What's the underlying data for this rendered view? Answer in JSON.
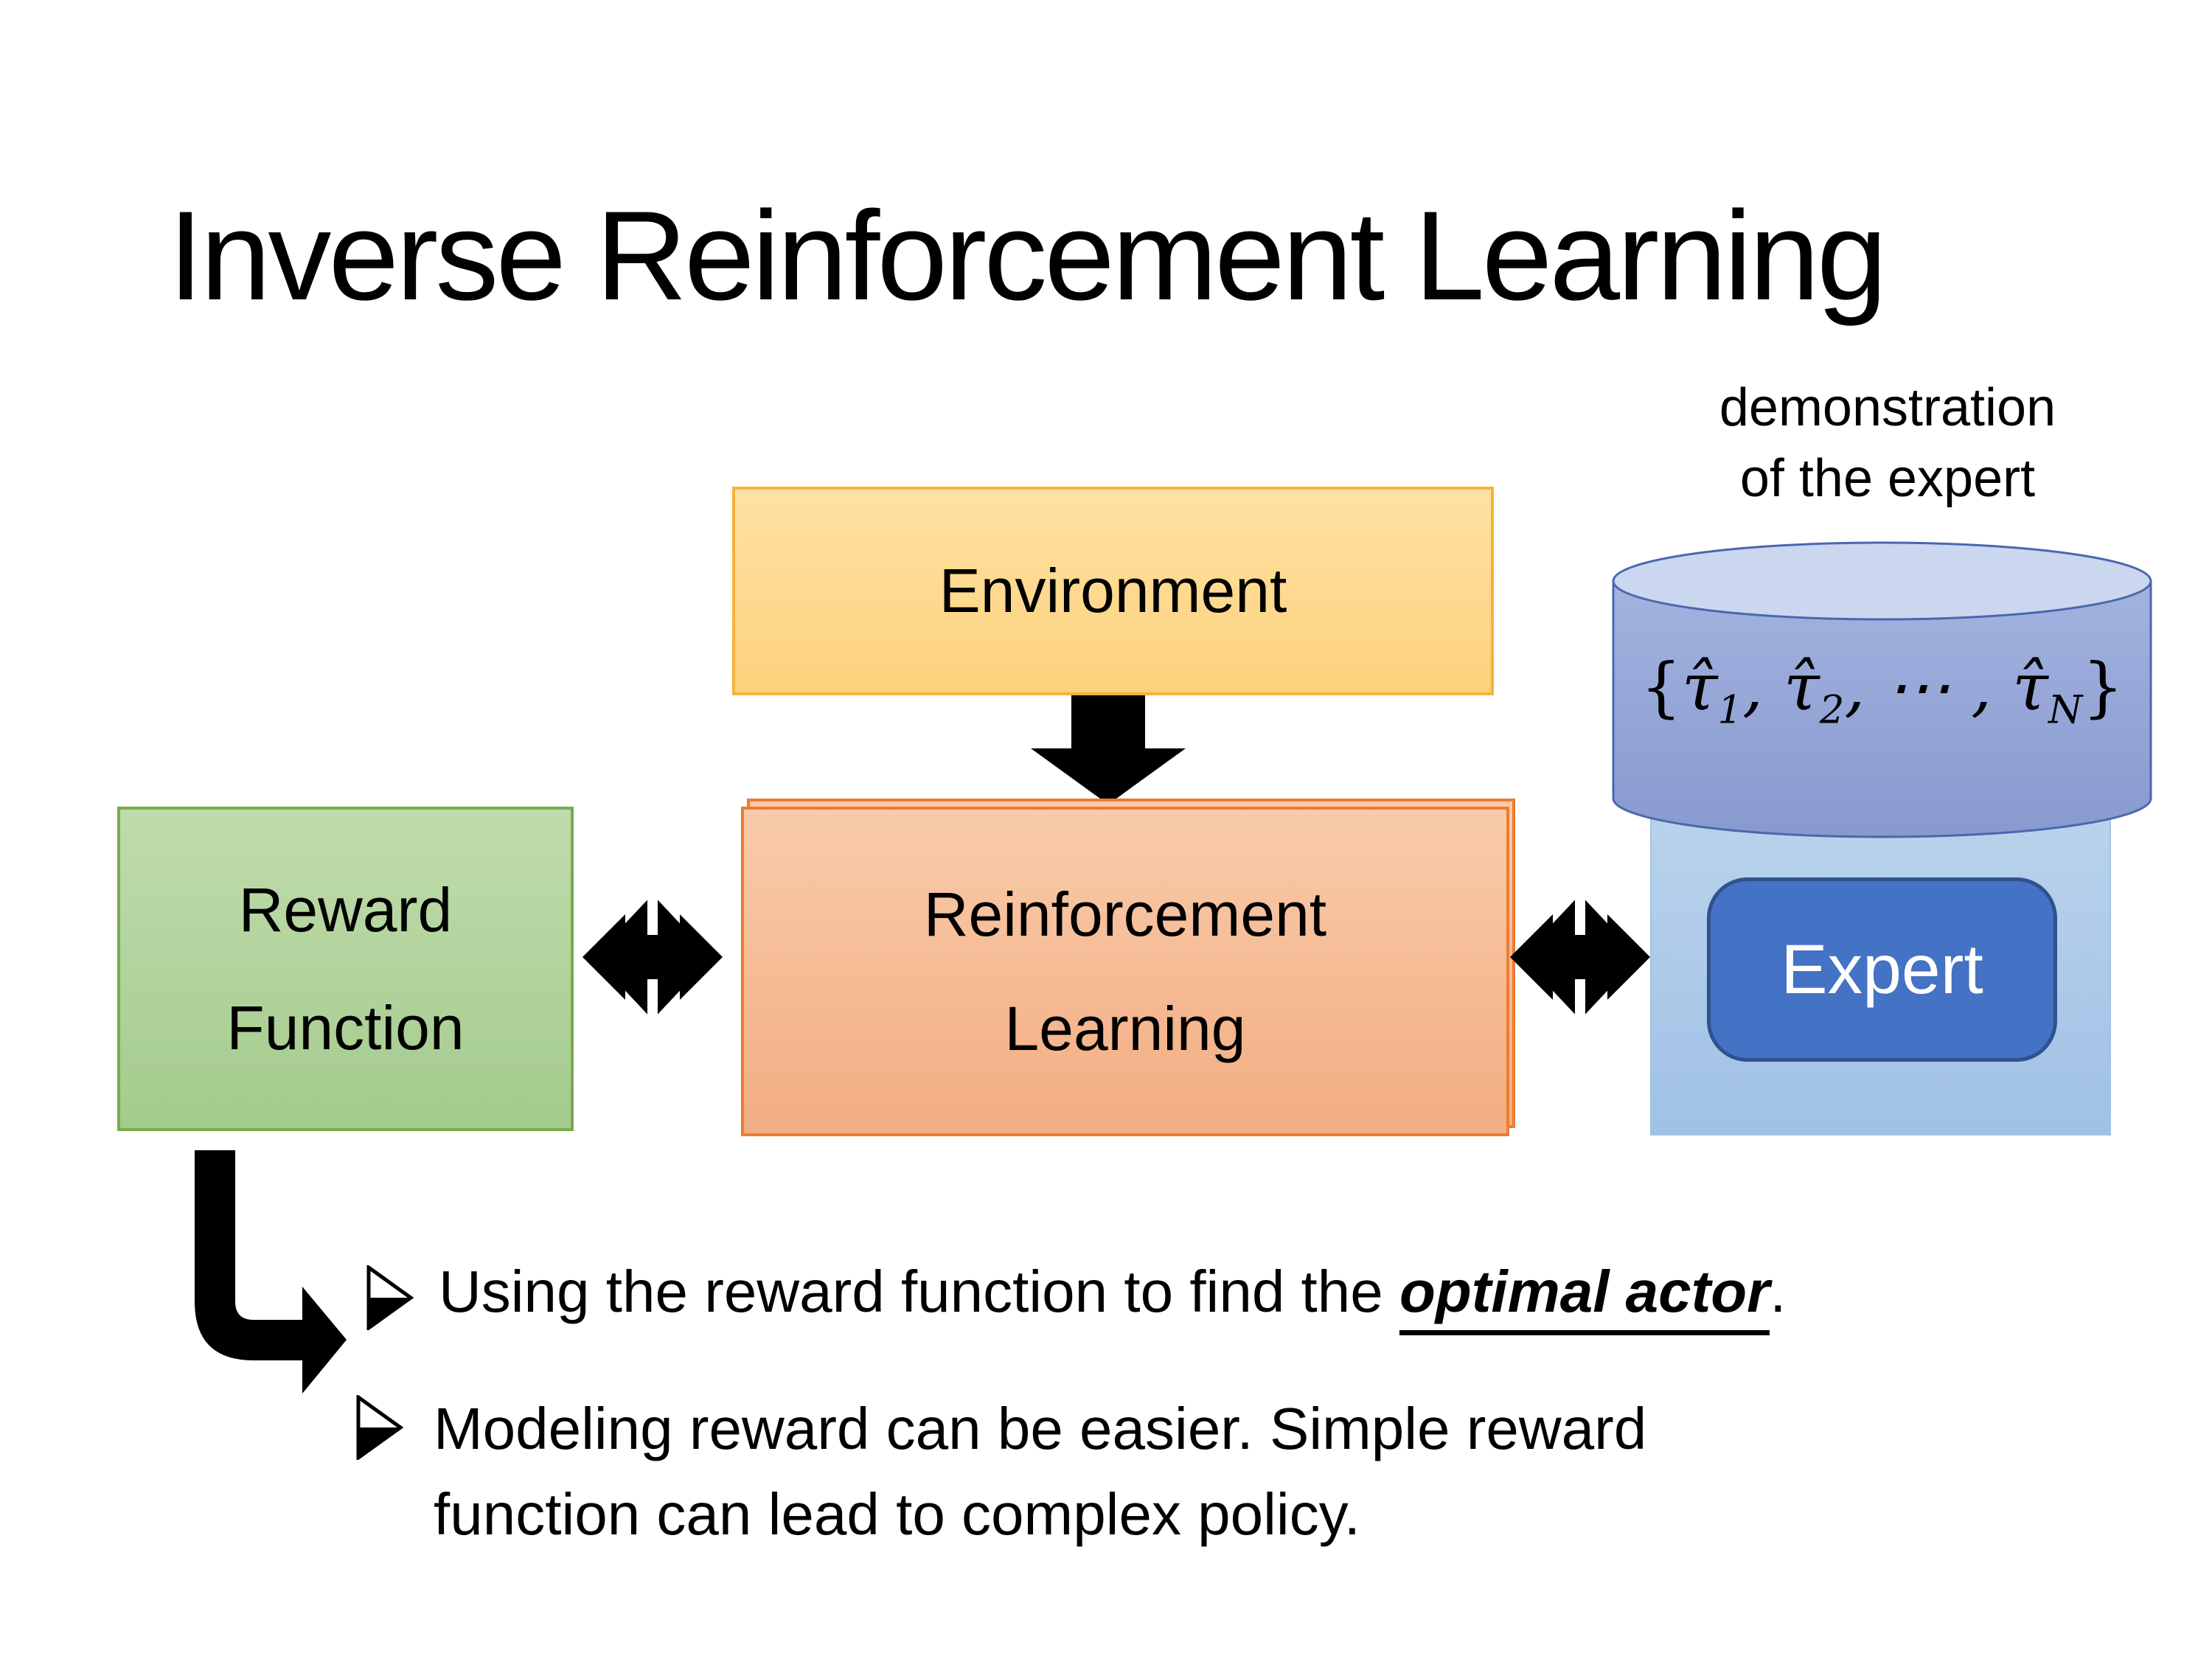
{
  "slide": {
    "title": "Inverse Reinforcement Learning",
    "background_color": "#FFFFFF",
    "title_color": "#000000"
  },
  "diagram": {
    "environment_box": {
      "label": "Environment",
      "fill_top": "#FFE2A4",
      "fill_bottom": "#FCD17C",
      "border": "#F3B43B"
    },
    "reward_box": {
      "label_line1": "Reward",
      "label_line2": "Function",
      "fill_top": "#BFDCAC",
      "fill_bottom": "#A4CB8D",
      "border": "#76AC4D"
    },
    "rl_box": {
      "label_line1": "Reinforcement",
      "label_line2": "Learning",
      "fill_top": "#F9CBAA",
      "fill_bottom": "#F2AD82",
      "border": "#EC7C31"
    },
    "expert_container": {
      "fill_top": "#BAD3EC",
      "fill_bottom": "#A0C1E5",
      "border": "#9DC3E6"
    },
    "expert_box": {
      "label": "Expert",
      "fill": "#4472C4",
      "border": "#2F528F",
      "text_color": "#FFFFFF"
    },
    "database_cylinder": {
      "annotation_line1": "demonstration",
      "annotation_line2": "of the expert",
      "fill_body": "#93A6D6",
      "fill_top": "#CBD7EF",
      "stroke": "#4A67AE",
      "formula": {
        "open_brace": "{",
        "tau1": "τ̂",
        "sub1": "1",
        "comma1": ", ",
        "tau2": "τ̂",
        "sub2": "2",
        "comma2": ", ⋯ , ",
        "tauN": "τ̂",
        "subN": "N",
        "close_brace": "}"
      }
    },
    "icons": {
      "down_arrow": "down-block-arrow",
      "left_double_arrow": "double-headed-exchange-arrow",
      "right_double_arrow": "double-headed-exchange-arrow",
      "bent_arrow": "elbow-down-right-arrow",
      "arrow_color": "#000000"
    }
  },
  "bullets": {
    "marker": "➢",
    "item1": {
      "pre": "Using the reward function to find the ",
      "emphasis": "optimal actor",
      "post": "."
    },
    "item2": {
      "line1": "Modeling reward can be easier. Simple reward",
      "line2": "function can lead to complex policy."
    }
  }
}
